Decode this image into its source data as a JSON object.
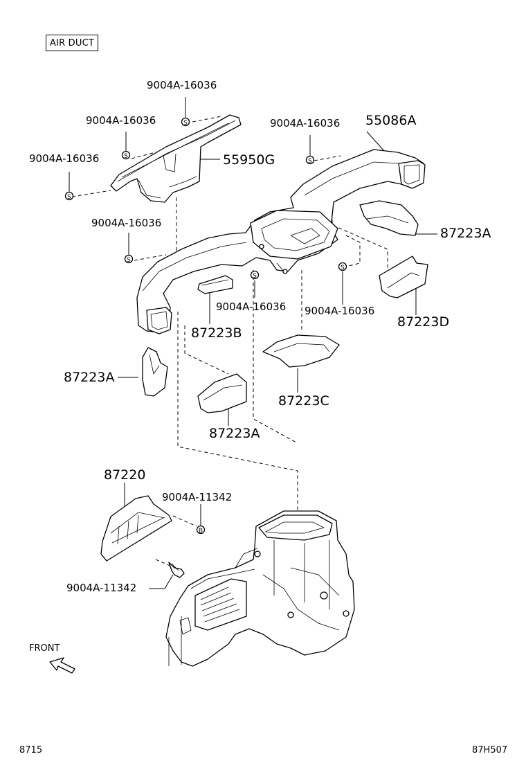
{
  "section_title": "AIR DUCT",
  "labels": {
    "f_top": "9004A-16036",
    "f_mid": "9004A-16036",
    "f_left": "9004A-16036",
    "f_right": "9004A-16036",
    "f_center": "9004A-16036",
    "f_lower1": "9004A-16036",
    "f_lower2": "9004A-16036",
    "p_55950g": "55950G",
    "p_55086a": "55086A",
    "p_87223a_r": "87223A",
    "p_87223d": "87223D",
    "p_87223b": "87223B",
    "p_87223a_l": "87223A",
    "p_87223c": "87223C",
    "p_87223a_c": "87223A",
    "p_87220": "87220",
    "f_11342_r": "9004A-11342",
    "f_11342_l": "9004A-11342"
  },
  "orientation_label": "FRONT",
  "footer": {
    "left_code": "8715",
    "right_code": "87H507"
  },
  "fastener_symbol_s": "S",
  "fastener_symbol_b": "B"
}
